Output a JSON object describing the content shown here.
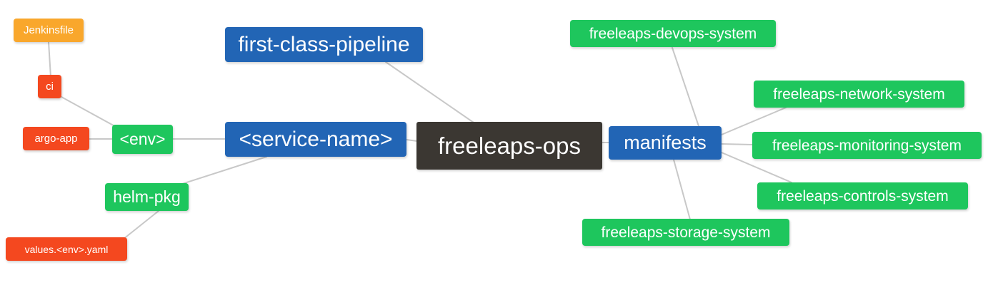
{
  "diagram": {
    "type": "mindmap",
    "title": "freeleaps-ops",
    "background_color": "#ffffff",
    "edge_color": "#c8c8c8",
    "palette": {
      "root": "#3b3732",
      "blue": "#2265b5",
      "green": "#1ec65d",
      "orange": "#f9a72c",
      "red": "#f4481f"
    }
  },
  "nodes": {
    "root": {
      "label": "freeleaps-ops",
      "color": "#3b3732",
      "level": 0
    },
    "first_class_pipeline": {
      "label": "first-class-pipeline",
      "color": "#2265b5",
      "level": 1
    },
    "manifests": {
      "label": "manifests",
      "color": "#2265b5",
      "level": 1
    },
    "service_name": {
      "label": "<service-name>",
      "color": "#2265b5",
      "level": 2
    },
    "env": {
      "label": "<env>",
      "color": "#1ec65d",
      "level": 3
    },
    "helm_pkg": {
      "label": "helm-pkg",
      "color": "#1ec65d",
      "level": 3
    },
    "jenkinsfile": {
      "label": "Jenkinsfile",
      "color": "#f9a72c",
      "level": 5
    },
    "ci": {
      "label": "ci",
      "color": "#f4481f",
      "level": 4
    },
    "argo_app": {
      "label": "argo-app",
      "color": "#f4481f",
      "level": 4
    },
    "values_yaml": {
      "label": "values.<env>.yaml",
      "color": "#f4481f",
      "level": 4
    },
    "devops_system": {
      "label": "freeleaps-devops-system",
      "color": "#1ec65d",
      "level": 2
    },
    "network_system": {
      "label": "freeleaps-network-system",
      "color": "#1ec65d",
      "level": 2
    },
    "monitoring_system": {
      "label": "freeleaps-monitoring-system",
      "color": "#1ec65d",
      "level": 2
    },
    "controls_system": {
      "label": "freeleaps-controls-system",
      "color": "#1ec65d",
      "level": 2
    },
    "storage_system": {
      "label": "freeleaps-storage-system",
      "color": "#1ec65d",
      "level": 2
    }
  },
  "edges": [
    {
      "from": "first_class_pipeline",
      "to": "root"
    },
    {
      "from": "root",
      "to": "service_name"
    },
    {
      "from": "root",
      "to": "manifests"
    },
    {
      "from": "service_name",
      "to": "env"
    },
    {
      "from": "service_name",
      "to": "helm_pkg"
    },
    {
      "from": "env",
      "to": "ci"
    },
    {
      "from": "env",
      "to": "argo_app"
    },
    {
      "from": "ci",
      "to": "jenkinsfile"
    },
    {
      "from": "helm_pkg",
      "to": "values_yaml"
    },
    {
      "from": "manifests",
      "to": "devops_system"
    },
    {
      "from": "manifests",
      "to": "network_system"
    },
    {
      "from": "manifests",
      "to": "monitoring_system"
    },
    {
      "from": "manifests",
      "to": "controls_system"
    },
    {
      "from": "manifests",
      "to": "storage_system"
    }
  ]
}
